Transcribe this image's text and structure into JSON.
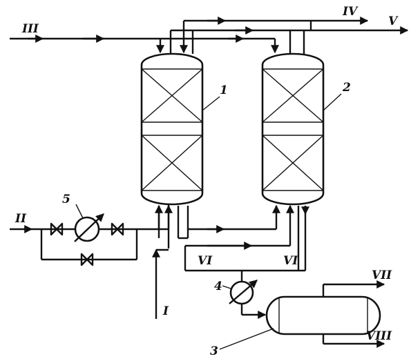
{
  "diagram": {
    "streams": {
      "i": "I",
      "ii": "II",
      "iii": "III",
      "iv": "IV",
      "v": "V",
      "vi_left": "VI",
      "vi_right": "VI",
      "vii": "VII",
      "viii": "VIII"
    },
    "callouts": {
      "c1": "1",
      "c2": "2",
      "c3": "3",
      "c4": "4",
      "c5": "5"
    }
  }
}
